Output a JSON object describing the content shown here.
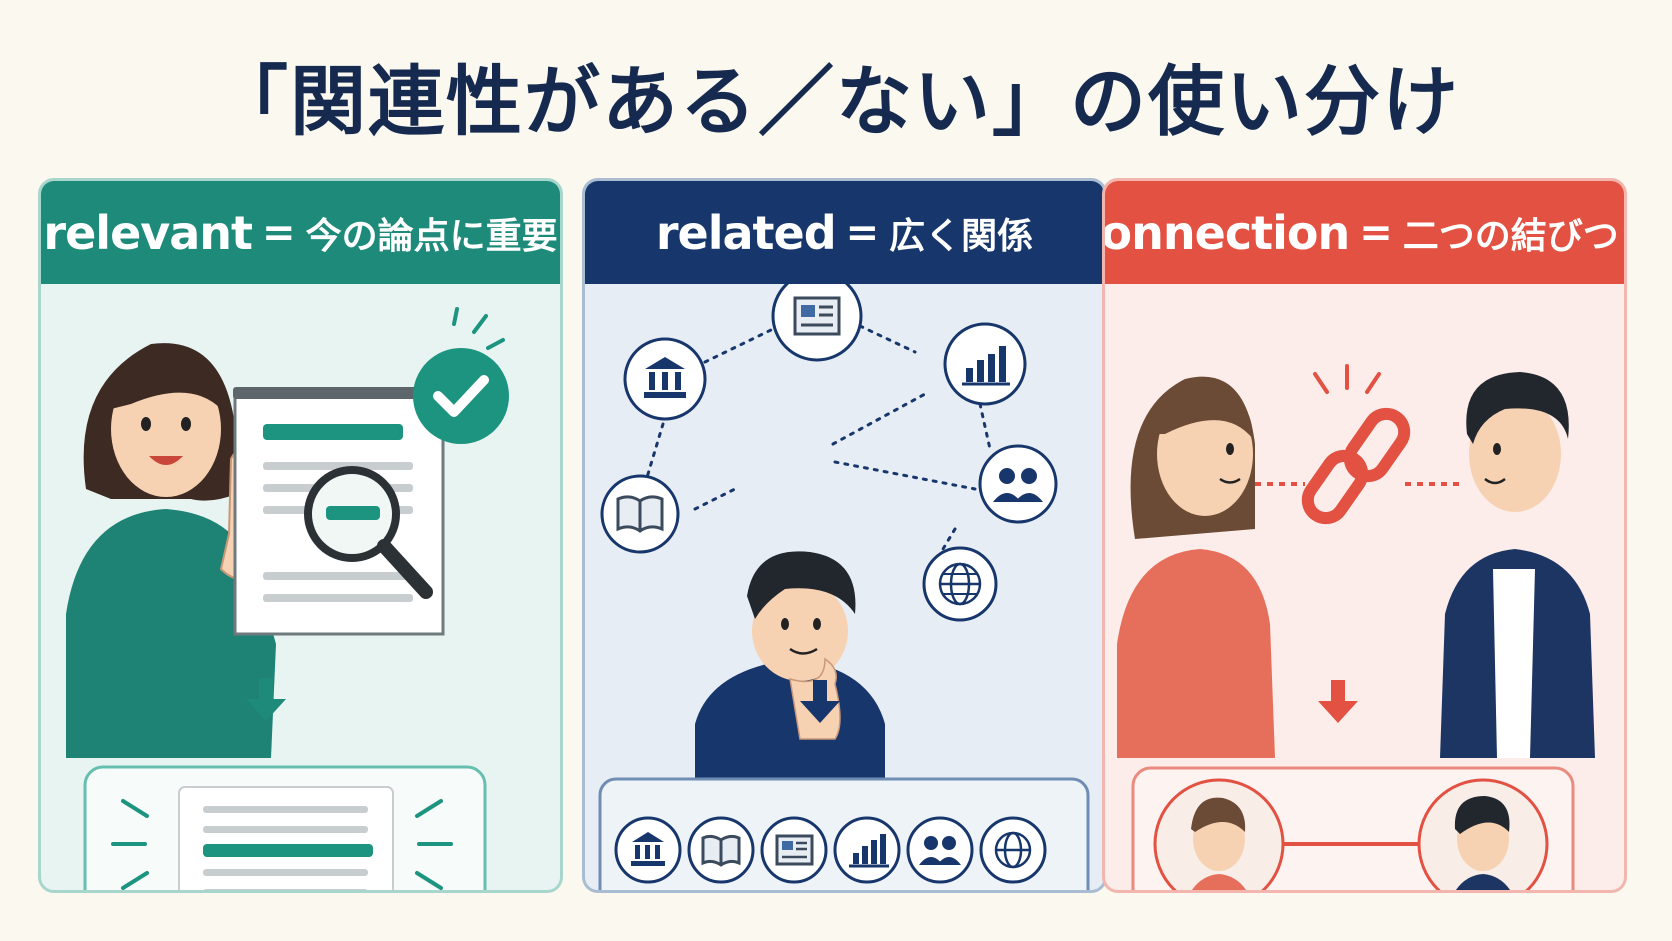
{
  "title": "「関連性がある／ない」の使い分け",
  "panels": [
    {
      "term": "relevant",
      "equals": "=",
      "meaning": "今の論点に重要",
      "color": "#1d8a7a"
    },
    {
      "term": "related",
      "equals": "=",
      "meaning": "広く関係",
      "color": "#17366b"
    },
    {
      "term": "connection",
      "equals": "=",
      "meaning": "二つの結びつき",
      "color": "#e25141"
    }
  ],
  "icons": {
    "related_network": [
      "newspaper-icon",
      "bank-icon",
      "bar-chart-icon",
      "book-icon",
      "people-icon",
      "globe-icon"
    ],
    "related_row": [
      "bank-icon",
      "book-icon",
      "newspaper-icon",
      "bar-chart-icon",
      "people-icon",
      "globe-icon"
    ]
  }
}
